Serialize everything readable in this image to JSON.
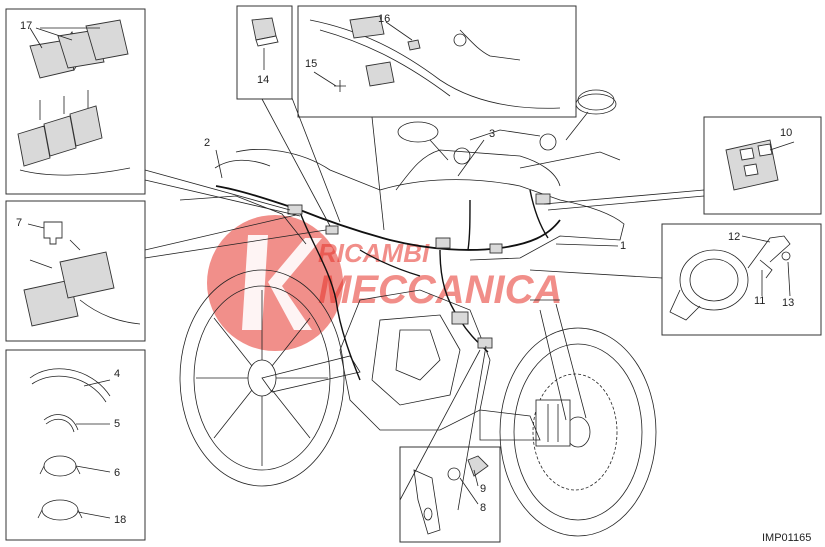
{
  "diagram": {
    "reference_code": "IMP01165",
    "watermark": {
      "line1": "RICAMBI",
      "line2": "MECCANICA",
      "color": "#e6332a"
    },
    "callouts": [
      {
        "id": "c1",
        "label": "1"
      },
      {
        "id": "c2",
        "label": "2"
      },
      {
        "id": "c3",
        "label": "3"
      },
      {
        "id": "c4",
        "label": "4"
      },
      {
        "id": "c5",
        "label": "5"
      },
      {
        "id": "c6",
        "label": "6"
      },
      {
        "id": "c7",
        "label": "7"
      },
      {
        "id": "c8",
        "label": "8"
      },
      {
        "id": "c9",
        "label": "9"
      },
      {
        "id": "c10",
        "label": "10"
      },
      {
        "id": "c11",
        "label": "11"
      },
      {
        "id": "c12",
        "label": "12"
      },
      {
        "id": "c13",
        "label": "13"
      },
      {
        "id": "c14",
        "label": "14"
      },
      {
        "id": "c15",
        "label": "15"
      },
      {
        "id": "c16",
        "label": "16"
      },
      {
        "id": "c17",
        "label": "17"
      },
      {
        "id": "c18",
        "label": "18"
      }
    ]
  }
}
